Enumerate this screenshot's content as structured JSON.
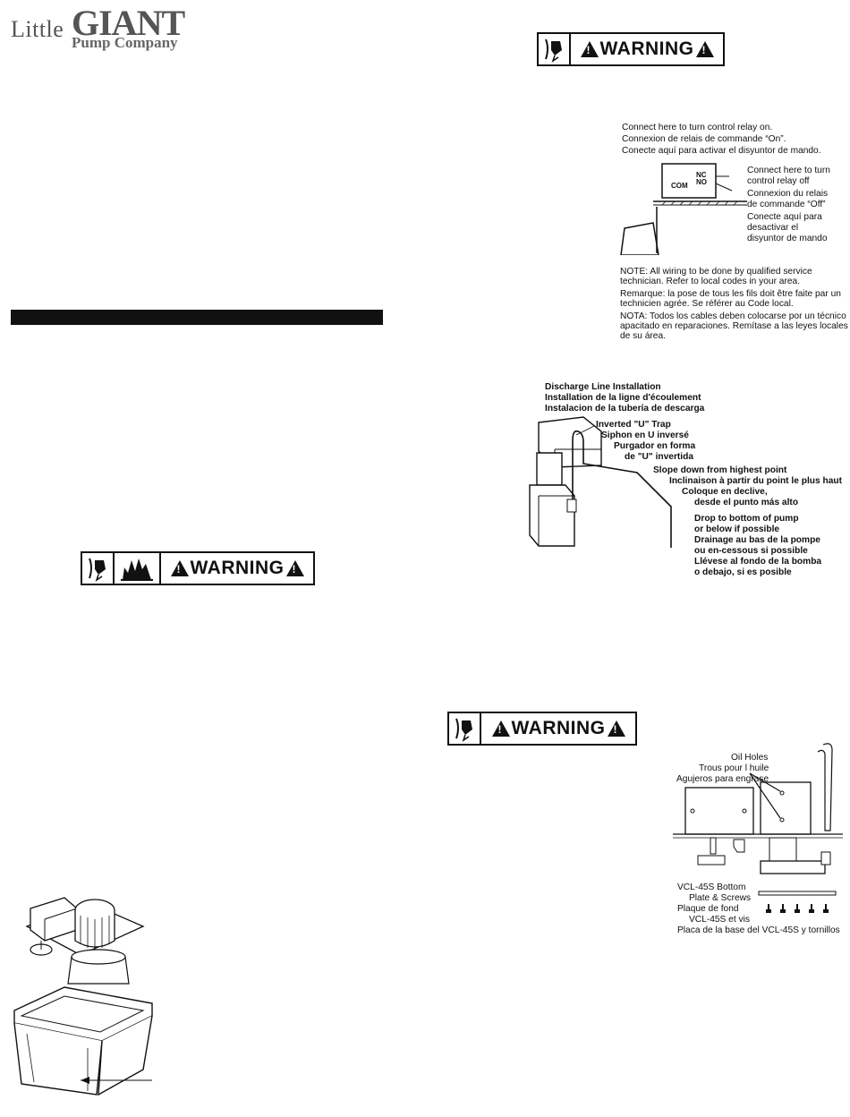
{
  "logo": {
    "little": "Little",
    "giant": "GIANT",
    "sub": "Pump Company"
  },
  "warnings": {
    "label": "WARNING"
  },
  "relay": {
    "on_en": "Connect here to turn control relay on.",
    "on_fr": "Connexion de relais de commande “On”.",
    "on_es": "Conecte aquí para activar el disyuntor de mando.",
    "off_en1": "Connect here to turn",
    "off_en2": "control relay off",
    "off_fr1": "Connexion du relais",
    "off_fr2": "de commande “Off”",
    "off_es1": "Conecte aquí para",
    "off_es2": "desactivar el",
    "off_es3": "disyuntor de mando",
    "term_nc": "NC",
    "term_no": "NO",
    "term_com": "COM",
    "note_en1": "NOTE: All wiring to be done by qualified service",
    "note_en2": "technician. Refer to local codes in your area.",
    "note_fr1": "Remarque: la pose de tous les fils doit être faite par un",
    "note_fr2": "technicien agrée. Se référer au Code local.",
    "note_es1": "NOTA: Todos los cables deben colocarse por un técnico",
    "note_es2": "apacitado en reparaciones. Remítase a las leyes locales",
    "note_es3": "de su área."
  },
  "discharge": {
    "title_en": "Discharge Line Installation",
    "title_fr": "Installation de la ligne d'écoulement",
    "title_es": "Instalacion de la tubería de descarga",
    "trap_en": "Inverted \"U\" Trap",
    "trap_fr": "Siphon en U inversé",
    "trap_es1": "Purgador en forma",
    "trap_es2": "de \"U\" invertida",
    "slope_en": "Slope down from highest point",
    "slope_fr": "Inclinaison à partir du point le plus haut",
    "slope_es1": "Coloque en declive,",
    "slope_es2": "desde el punto más alto",
    "drop_en1": "Drop to bottom of pump",
    "drop_en2": "or below if possible",
    "drop_fr1": "Drainage au bas de la pompe",
    "drop_fr2": "ou en-cessous si possible",
    "drop_es1": "Llévese al fondo de la bomba",
    "drop_es2": "o debajo, si es posible"
  },
  "oil": {
    "holes_en": "Oil Holes",
    "holes_fr": "Trous pour l huile",
    "holes_es": "Agujeros para engrase",
    "plate_en1": "VCL-45S Bottom",
    "plate_en2": "Plate & Screws",
    "plate_fr1": "Plaque de fond",
    "plate_fr2": "VCL-45S et vis",
    "plate_es": "Placa de la base del VCL-45S y tornillos"
  }
}
